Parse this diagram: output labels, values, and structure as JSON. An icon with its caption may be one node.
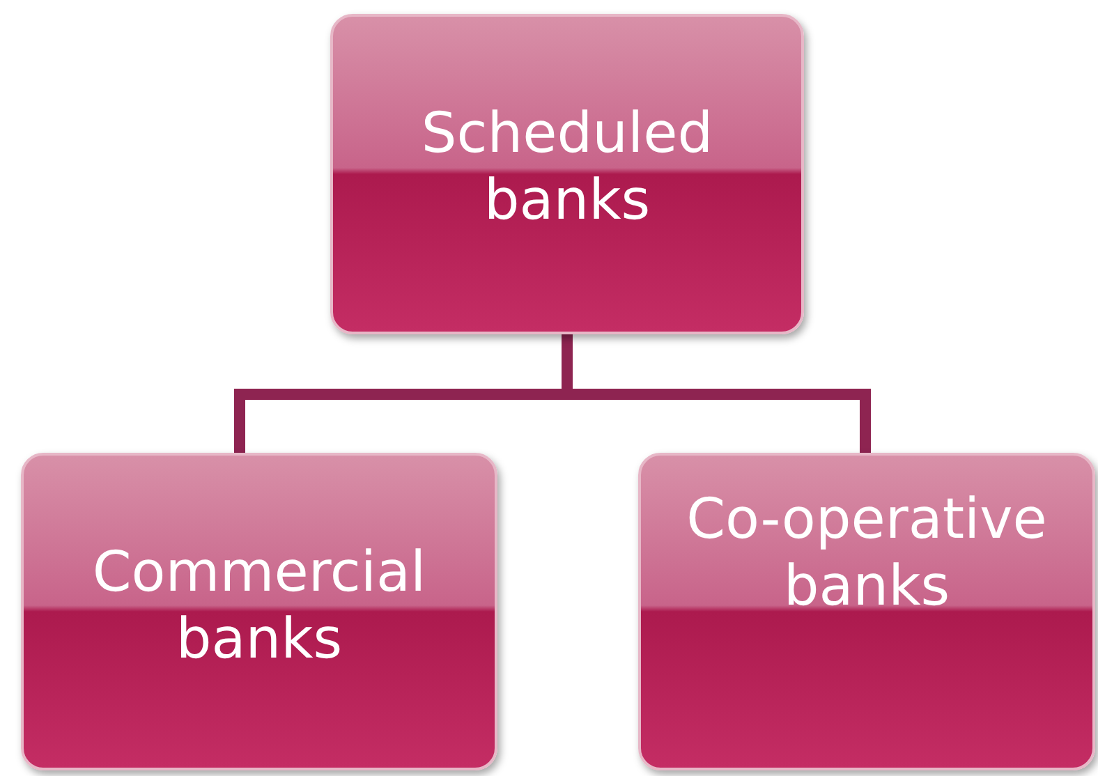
{
  "diagram": {
    "nodes": [
      {
        "text": [
          "Scheduled banks"
        ]
      },
      {
        "text": [
          "Commercial banks"
        ]
      },
      {
        "text": [
          "Co-operative banks"
        ]
      }
    ],
    "edges": [
      {
        "from": 0,
        "to": 1,
        "arrow": "none"
      },
      {
        "from": 0,
        "to": 2,
        "arrow": "none"
      }
    ]
  }
}
